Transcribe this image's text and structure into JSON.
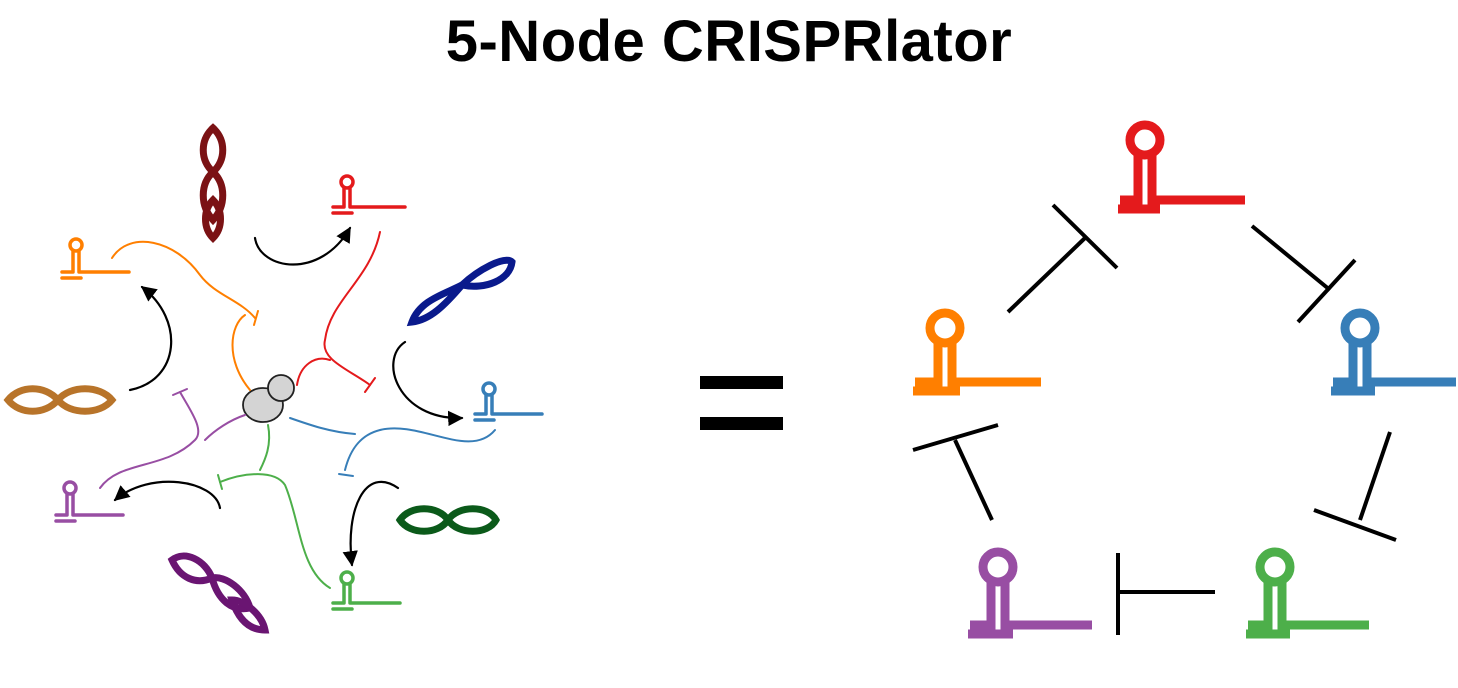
{
  "title": "5-Node CRISPRlator",
  "colors": {
    "red": "#e41a1c",
    "blue": "#377eb8",
    "green": "#4daf4a",
    "purple": "#984ea3",
    "orange": "#ff7f00",
    "dark_red": "#7b1214",
    "navy": "#0a1a8c",
    "dark_green": "#0b5a1a",
    "dark_purple": "#6a1572",
    "brown": "#b8742a",
    "dcas9_gray": "#d4d4d4"
  },
  "icons": {
    "guide_rna": "sgRNA-hairpin-icon",
    "plasmid": "plasmid-loop-icon",
    "dcas9": "dcas9-protein-icon",
    "equals": "equals-sign",
    "repression": "repression-t-bar"
  },
  "network": {
    "nodes": [
      "red",
      "blue",
      "green",
      "purple",
      "orange"
    ],
    "repressions": [
      {
        "from": "red",
        "to": "blue"
      },
      {
        "from": "blue",
        "to": "green"
      },
      {
        "from": "green",
        "to": "purple"
      },
      {
        "from": "purple",
        "to": "orange"
      },
      {
        "from": "orange",
        "to": "red"
      }
    ]
  }
}
